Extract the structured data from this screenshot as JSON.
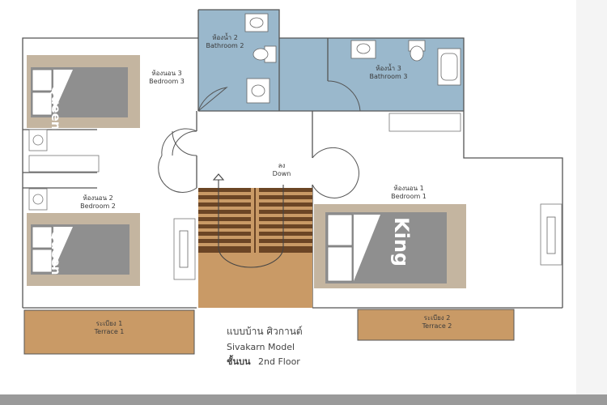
{
  "rooms": {
    "bedroom3": {
      "th": "ห้องนอน 3",
      "en": "Bedroom 3",
      "bed": "Queen"
    },
    "bedroom2": {
      "th": "ห้องนอน 2",
      "en": "Bedroom 2",
      "bed": "Queen"
    },
    "bedroom1": {
      "th": "ห้องนอน 1",
      "en": "Bedroom 1",
      "bed": "King"
    },
    "bathroom2": {
      "th": "ห้องน้ำ 2",
      "en": "Bathroom 2"
    },
    "bathroom3": {
      "th": "ห้องน้ำ 3",
      "en": "Bathroom 3"
    },
    "stairs": {
      "th": "ลง",
      "en": "Down"
    },
    "terrace1": {
      "th": "ระเบียง 1",
      "en": "Terrace 1"
    },
    "terrace2": {
      "th": "ระเบียง 2",
      "en": "Terrace 2"
    }
  },
  "caption": {
    "line1": "แบบบ้าน ศิวกานต์",
    "line2": "Sivakarn Model",
    "line3_th": "ชั้นบน",
    "line3_en": "2nd Floor"
  },
  "colors": {
    "wall": "#555555",
    "bathroom": "#9ab8cc",
    "wood": "#c99a66",
    "stair_dark": "#6b4525",
    "bed": "#8f8f8f",
    "frame": "#c4b5a0"
  }
}
